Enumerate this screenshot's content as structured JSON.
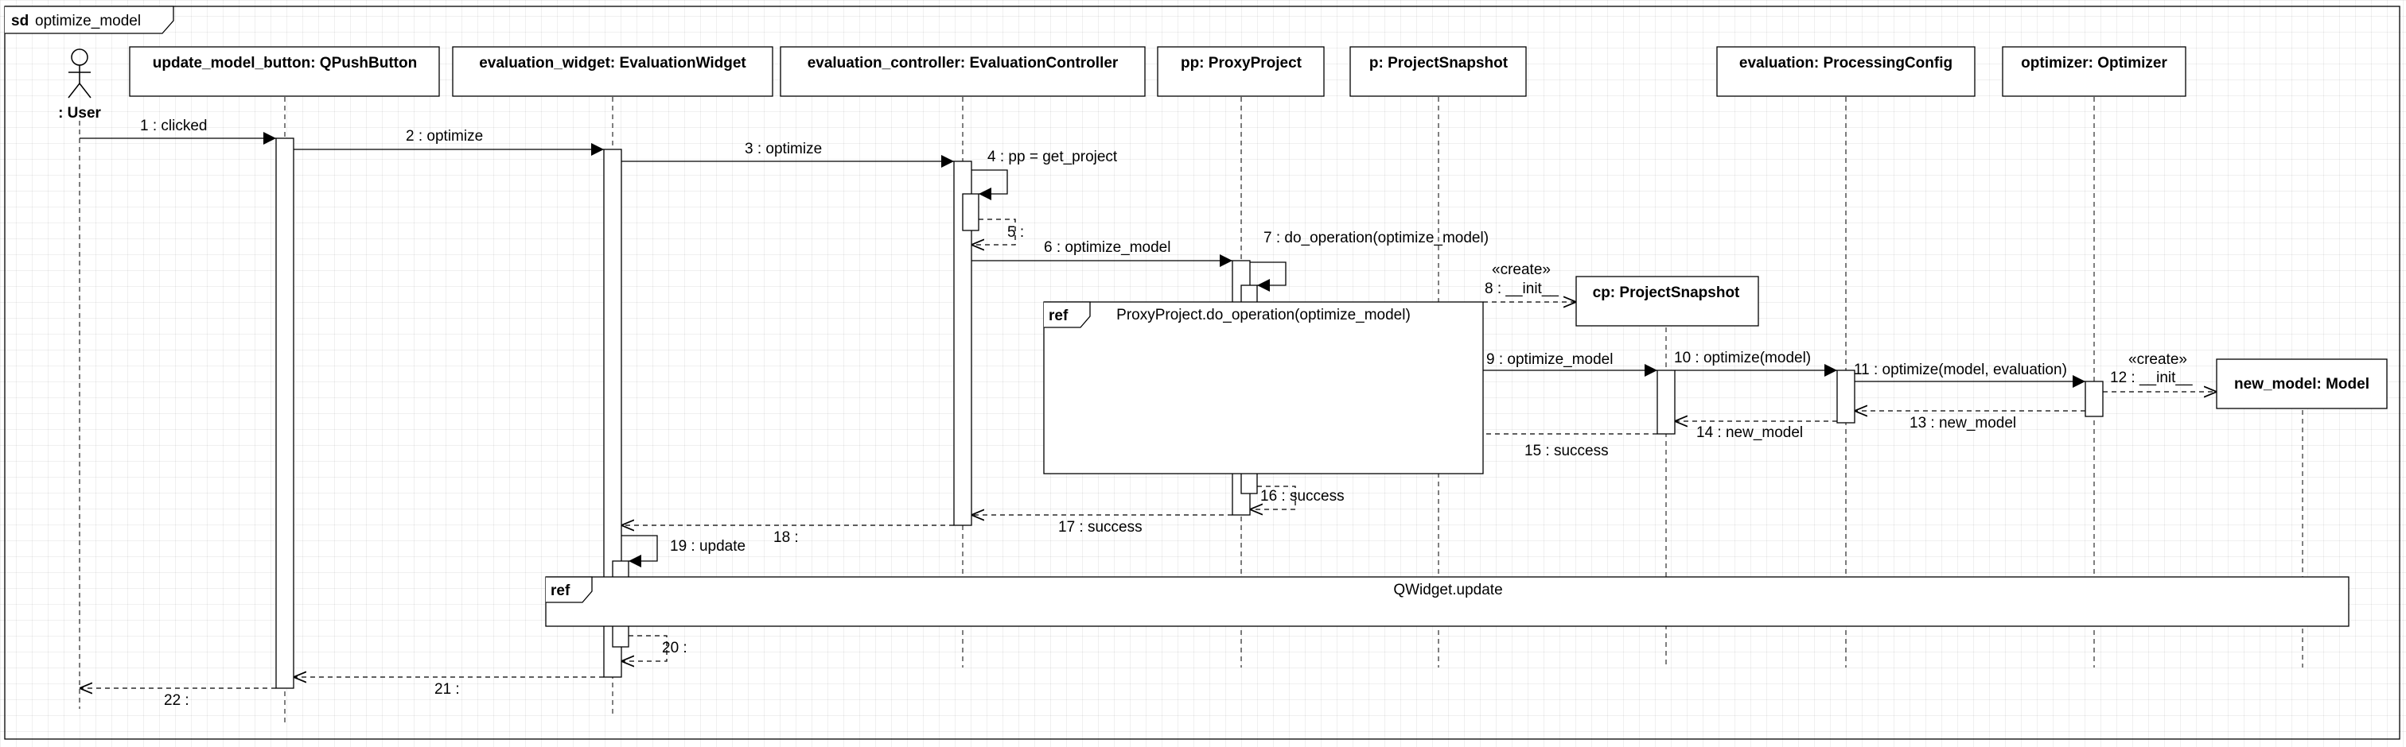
{
  "frame": {
    "keyword": "sd",
    "name": "optimize_model"
  },
  "actor": {
    "label": ": User"
  },
  "lifelines": [
    {
      "id": "button",
      "label": "update_model_button: QPushButton"
    },
    {
      "id": "widget",
      "label": "evaluation_widget: EvaluationWidget"
    },
    {
      "id": "controller",
      "label": "evaluation_controller: EvaluationController"
    },
    {
      "id": "pp",
      "label": "pp: ProxyProject"
    },
    {
      "id": "p",
      "label": "p: ProjectSnapshot"
    },
    {
      "id": "config",
      "label": "evaluation: ProcessingConfig"
    },
    {
      "id": "optimizer",
      "label": "optimizer: Optimizer"
    }
  ],
  "created": [
    {
      "id": "cp",
      "label": "cp: ProjectSnapshot"
    },
    {
      "id": "model",
      "label": "new_model: Model"
    }
  ],
  "messages": [
    {
      "id": "m1",
      "label": "1 : clicked"
    },
    {
      "id": "m2",
      "label": "2 : optimize"
    },
    {
      "id": "m3",
      "label": "3 : optimize"
    },
    {
      "id": "m4",
      "label": "4 : pp = get_project"
    },
    {
      "id": "m5",
      "label": "5 :"
    },
    {
      "id": "m6",
      "label": "6 : optimize_model"
    },
    {
      "id": "m7",
      "label": "7 : do_operation(optimize_model)"
    },
    {
      "id": "m8",
      "label": "8 : __init__",
      "stereotype": "«create»"
    },
    {
      "id": "m9",
      "label": "9 : optimize_model"
    },
    {
      "id": "m10",
      "label": "10 : optimize(model)"
    },
    {
      "id": "m11",
      "label": "11 : optimize(model, evaluation)"
    },
    {
      "id": "m12",
      "label": "12 : __init__",
      "stereotype": "«create»"
    },
    {
      "id": "m13",
      "label": "13 : new_model"
    },
    {
      "id": "m14",
      "label": "14 : new_model"
    },
    {
      "id": "m15",
      "label": "15 : success"
    },
    {
      "id": "m16",
      "label": "16 : success"
    },
    {
      "id": "m17",
      "label": "17 : success"
    },
    {
      "id": "m18",
      "label": "18 :"
    },
    {
      "id": "m19",
      "label": "19 : update"
    },
    {
      "id": "m20",
      "label": "20 :"
    },
    {
      "id": "m21",
      "label": "21 :"
    },
    {
      "id": "m22",
      "label": "22 :"
    }
  ],
  "refs": [
    {
      "id": "ref1",
      "keyword": "ref",
      "label": "ProxyProject.do_operation(optimize_model)"
    },
    {
      "id": "ref2",
      "keyword": "ref",
      "label": "QWidget.update"
    }
  ]
}
